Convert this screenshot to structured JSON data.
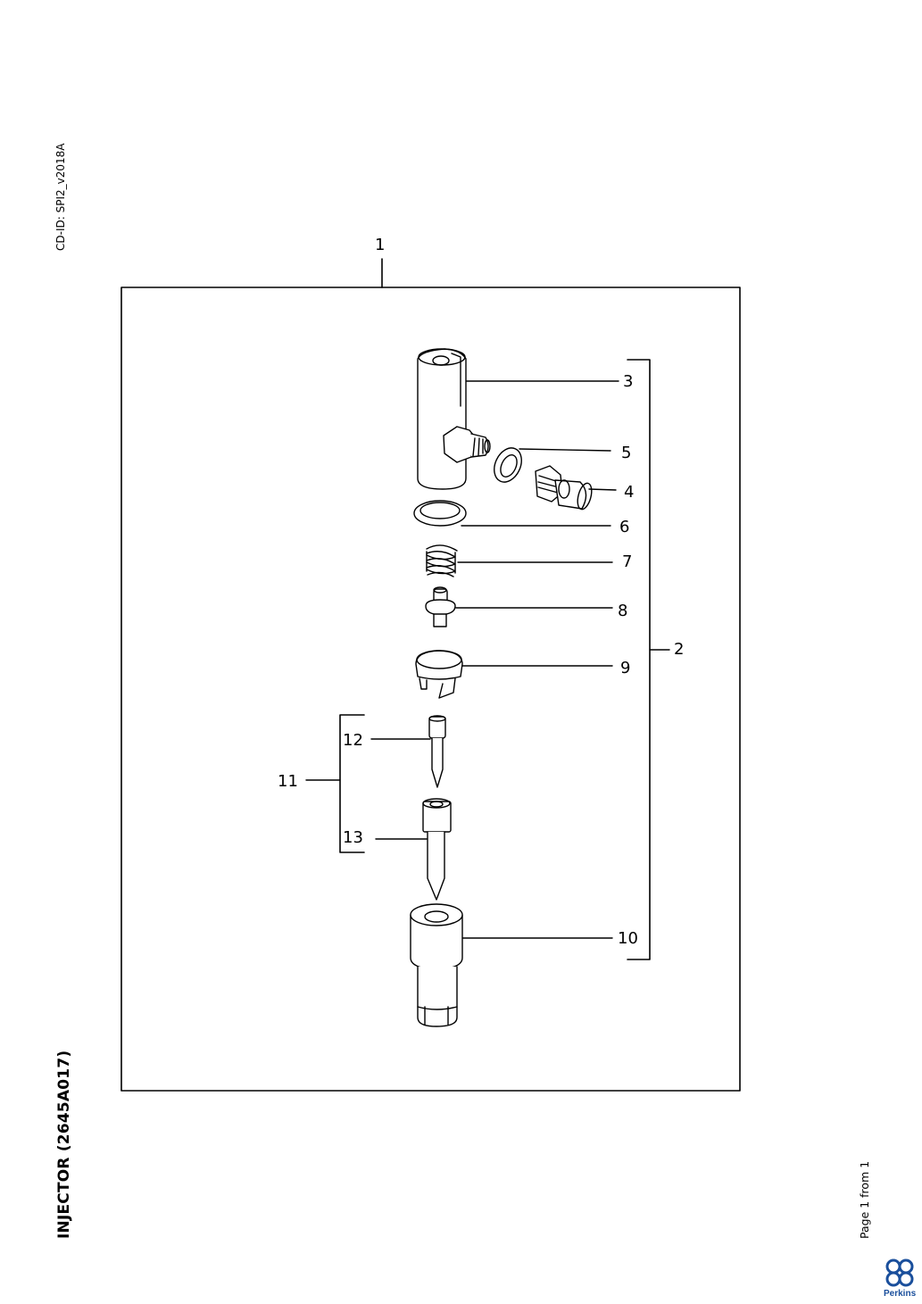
{
  "doc": {
    "cd_id": "CD-ID: SPI2_v2018A",
    "title": "INJECTOR (2645A017)",
    "page_info": "Page 1 from 1",
    "brand": "Perkins"
  },
  "callouts": {
    "c1": "1",
    "c2": "2",
    "c3": "3",
    "c4": "4",
    "c5": "5",
    "c6": "6",
    "c7": "7",
    "c8": "8",
    "c9": "9",
    "c10": "10",
    "c11": "11",
    "c12": "12",
    "c13": "13"
  },
  "colors": {
    "brand": "#1a4f9c",
    "line": "#000000"
  }
}
